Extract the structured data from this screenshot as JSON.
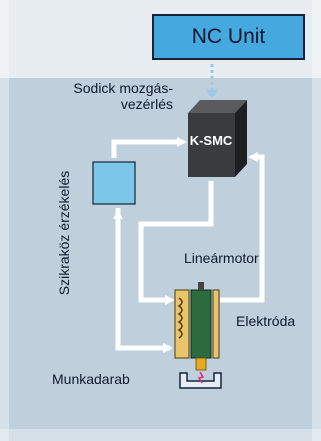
{
  "nc_unit_label": "NC Unit",
  "controller_label": [
    "Sodick mozgás-",
    "vezérlés"
  ],
  "controller_box_label": "K-SMC",
  "gap_sensing_label": "Szikraköz érzékelés",
  "linear_motor_label": "Lineármotor",
  "electrode_label": "Elektróda",
  "workpiece_label": "Munkadarab",
  "colors": {
    "top_band": "#e8edf2",
    "panel": "#bfcfdc",
    "nc_box": "#45a8df",
    "sensor_box": "#7cc6ea",
    "controller": "#2f3032",
    "arrow": "#ffffff",
    "motor_body": "#2c6b3e",
    "electrode": "#e7a91f",
    "spark": "#e6237a"
  }
}
